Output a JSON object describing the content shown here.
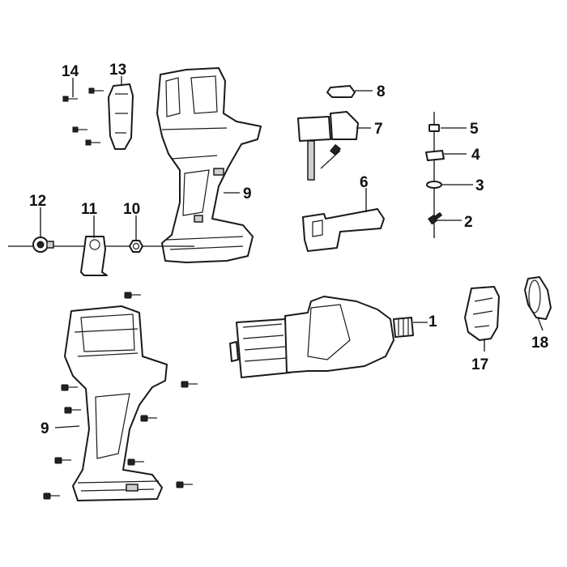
{
  "diagram": {
    "labels": {
      "p1": "1",
      "p2": "2",
      "p3": "3",
      "p4": "4",
      "p5": "5",
      "p6": "6",
      "p7": "7",
      "p8": "8",
      "p9a": "9",
      "p9b": "9",
      "p10": "10",
      "p11": "11",
      "p12": "12",
      "p13": "13",
      "p14": "14",
      "p17": "17",
      "p18": "18"
    },
    "colors": {
      "line": "#111111",
      "fill": "#ffffff",
      "shade": "#cfcfcf"
    }
  }
}
